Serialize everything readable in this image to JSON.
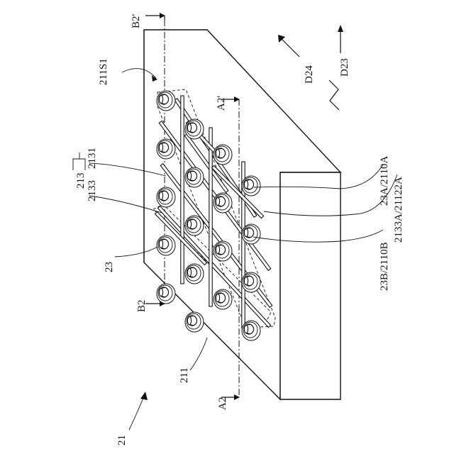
{
  "labels": {
    "b2_top": "B2'",
    "b2_bottom": "B2",
    "a2_top": "A2'",
    "a2_bottom": "A2",
    "surface": "211S1",
    "d24": "D24",
    "d23": "D23",
    "group_213": "213",
    "item_2131": "2131",
    "item_2133": "2133",
    "item_23": "23",
    "item_211": "211",
    "item_21": "21",
    "item_23a": "23A/2110A",
    "item_2133a": "2133A/21122A",
    "item_23b": "23B/2110B"
  }
}
